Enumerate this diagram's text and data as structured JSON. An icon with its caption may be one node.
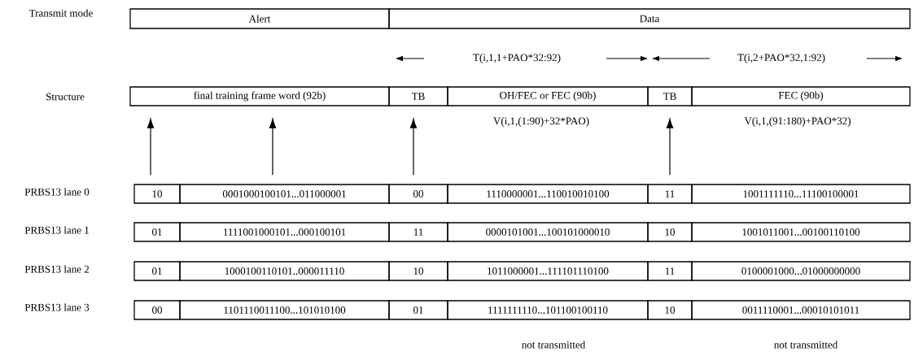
{
  "diagram": {
    "nodes": [
      {
        "text": [
          "Alert"
        ]
      },
      {
        "text": [
          "Data"
        ]
      },
      {
        "text": [
          "final training frame word (92b)"
        ]
      },
      {
        "text": [
          "TB"
        ]
      },
      {
        "text": [
          "OH/FEC or FEC (90b)"
        ]
      },
      {
        "text": [
          "TB"
        ]
      },
      {
        "text": [
          "FEC (90b)"
        ]
      },
      {
        "text": [
          "10"
        ]
      },
      {
        "text": [
          "0001000100101...011000001"
        ]
      },
      {
        "text": [
          "00"
        ]
      },
      {
        "text": [
          "1110000001...110010010100"
        ]
      },
      {
        "text": [
          "11"
        ]
      },
      {
        "text": [
          "1001111110...11100100001"
        ]
      },
      {
        "text": [
          "01"
        ]
      },
      {
        "text": [
          "1111001000101...000100101"
        ]
      },
      {
        "text": [
          "11"
        ]
      },
      {
        "text": [
          "0000101001...100101000010"
        ]
      },
      {
        "text": [
          "10"
        ]
      },
      {
        "text": [
          "1001011001...00100110100"
        ]
      },
      {
        "text": [
          "01"
        ]
      },
      {
        "text": [
          "1000100110101..000011110"
        ]
      },
      {
        "text": [
          "10"
        ]
      },
      {
        "text": [
          "1011000001...111101110100"
        ]
      },
      {
        "text": [
          "11"
        ]
      },
      {
        "text": [
          "0100001000...01000000000"
        ]
      },
      {
        "text": [
          "00"
        ]
      },
      {
        "text": [
          "1101110011100...101010100"
        ]
      },
      {
        "text": [
          "01"
        ]
      },
      {
        "text": [
          "1111111110...101100100110"
        ]
      },
      {
        "text": [
          "10"
        ]
      },
      {
        "text": [
          "0011110001...00010101011"
        ]
      }
    ],
    "edges": [
      {
        "from": 7,
        "to": 2,
        "arrow": "to"
      },
      {
        "from": 8,
        "to": 2,
        "arrow": "to"
      },
      {
        "from": 9,
        "to": 3,
        "arrow": "to"
      },
      {
        "from": 11,
        "to": 5,
        "arrow": "to"
      }
    ],
    "labels": [
      "Transmit mode",
      "T(i,1,1+PAO*32:92)",
      "T(i,2+PAO*32,1:92)",
      "Structure",
      "V(i,1,(1:90)+32*PAO)",
      "V(i,1,(91:180)+PAO*32)",
      "PRBS13 lane 0",
      "PRBS13 lane 1",
      "PRBS13 lane 2",
      "PRBS13 lane 3",
      "not transmitted",
      "not transmitted"
    ]
  }
}
